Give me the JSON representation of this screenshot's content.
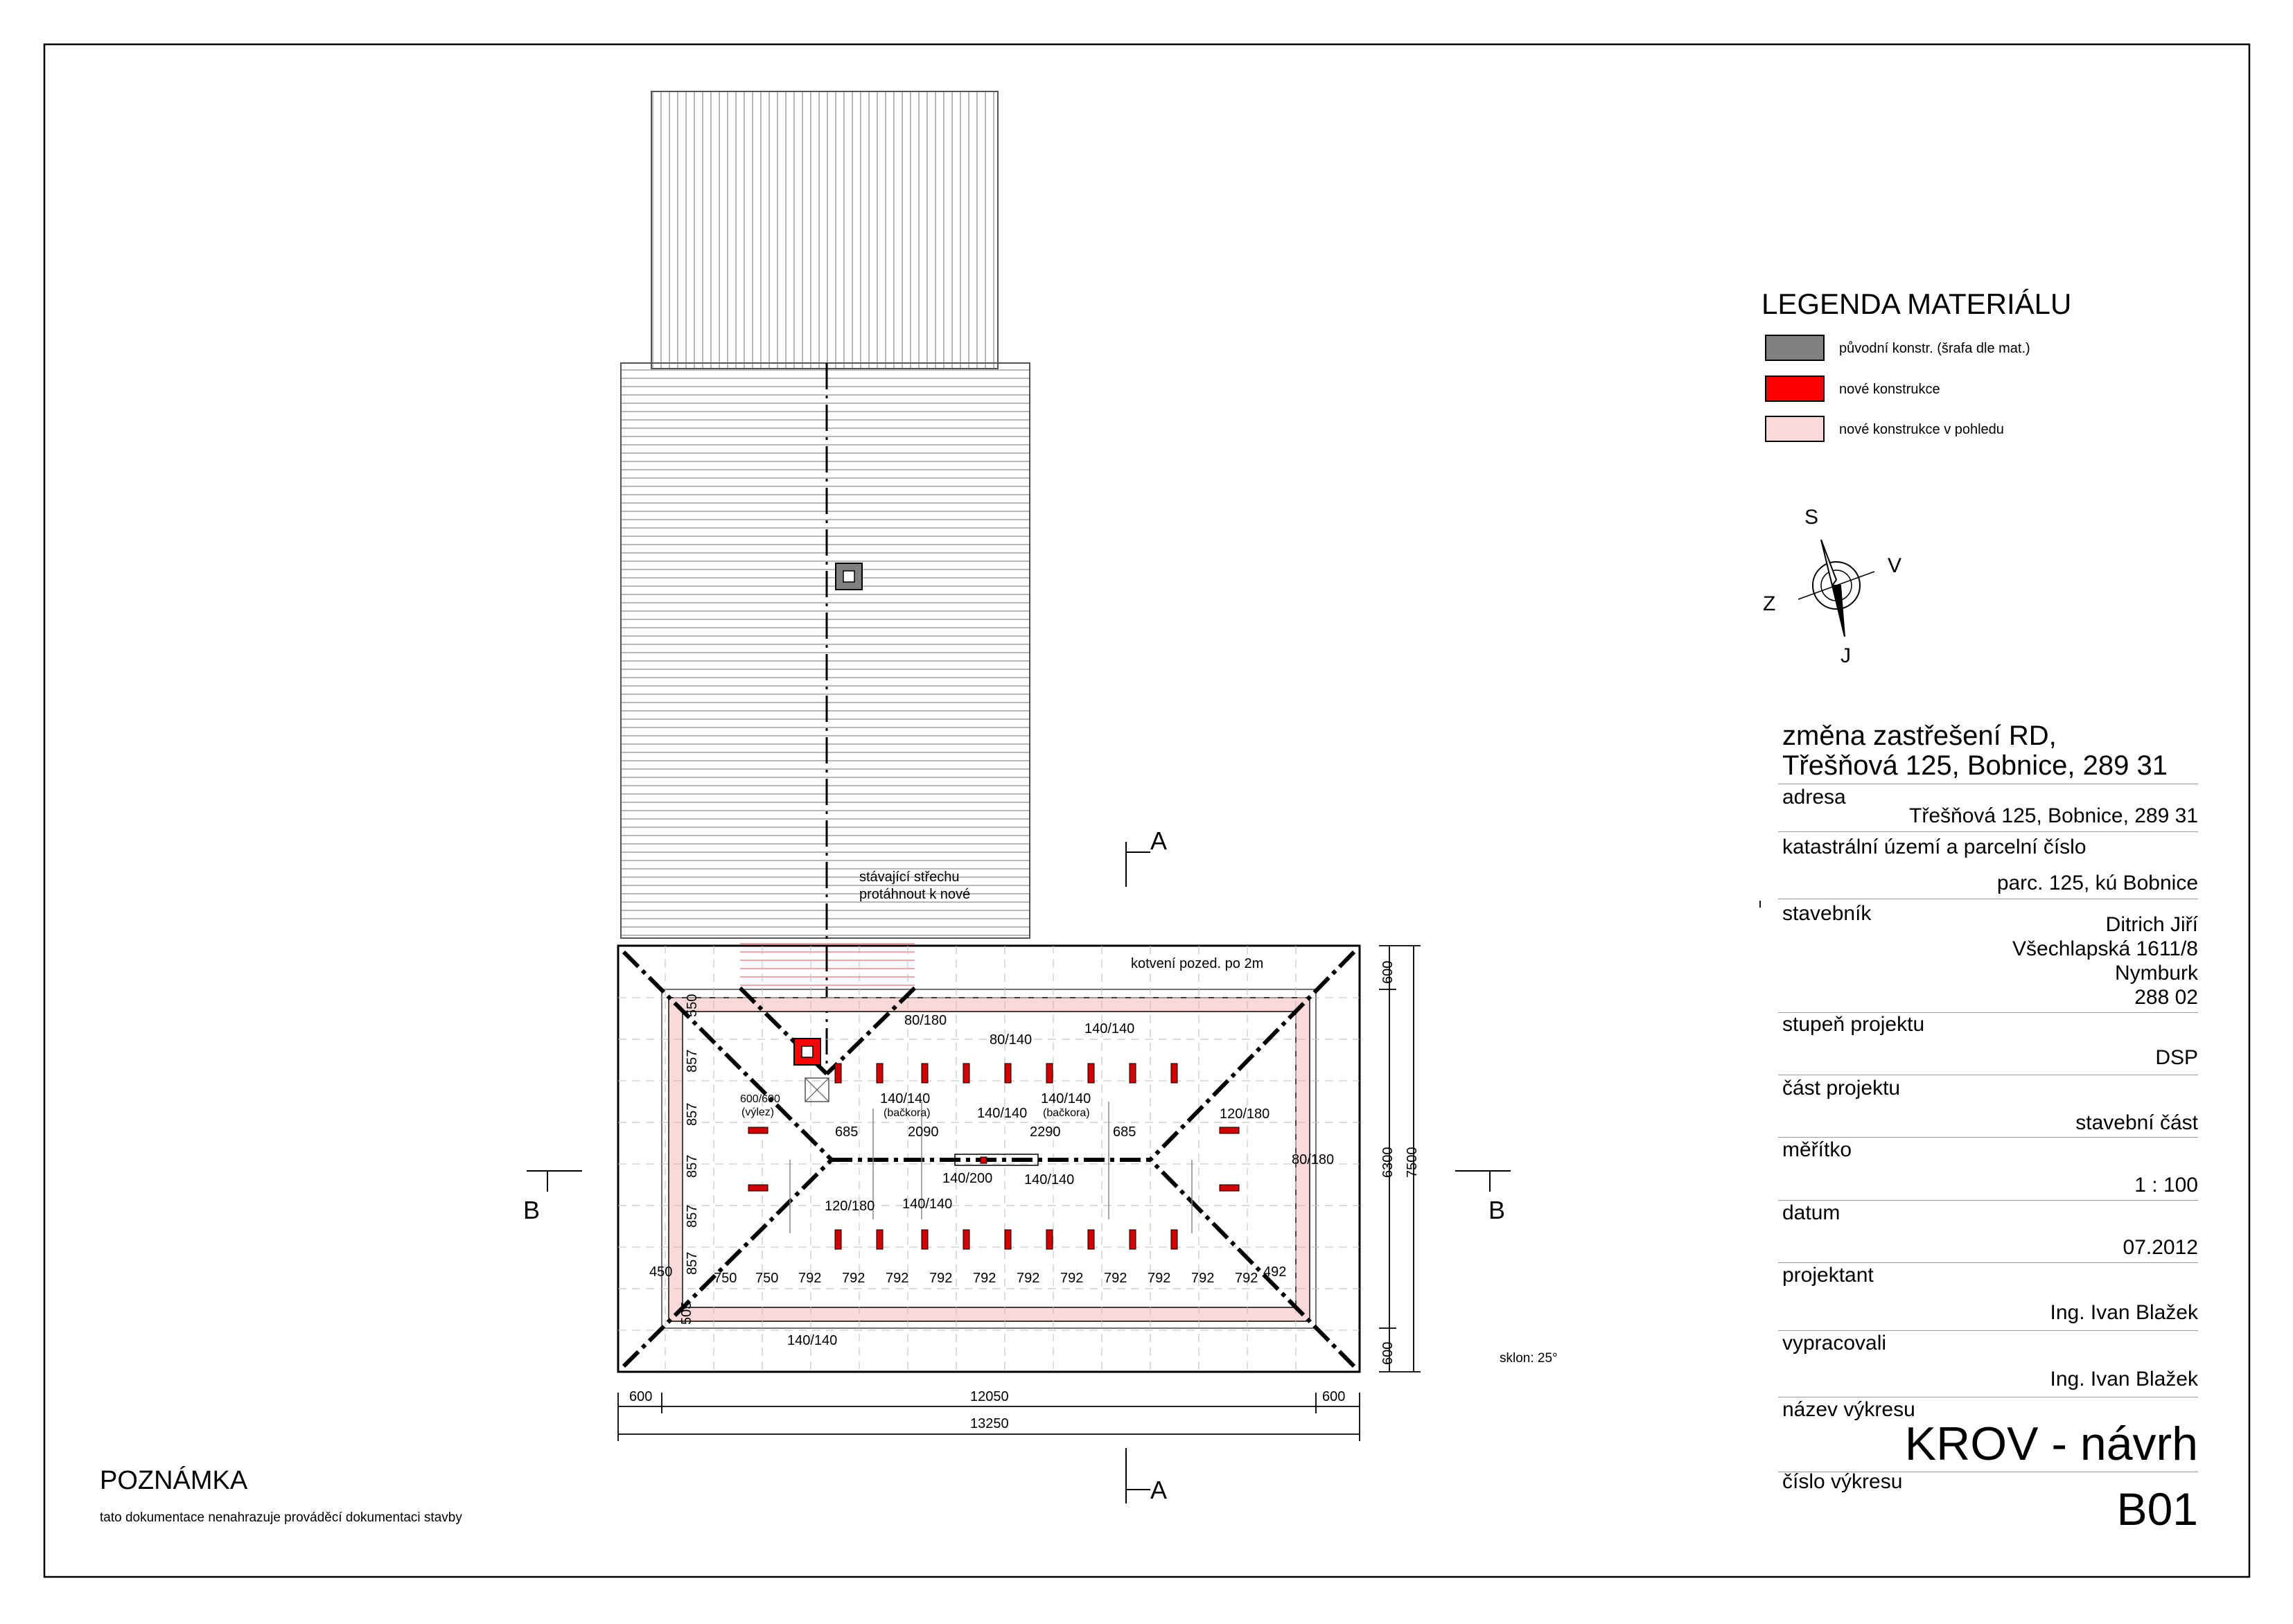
{
  "legend": {
    "title": "LEGENDA MATERIÁLU",
    "items": [
      {
        "label": "původní konstr. (šrafa dle mat.)",
        "color": "#808080"
      },
      {
        "label": "nové konstrukce",
        "color": "#ff0000"
      },
      {
        "label": "nové konstrukce v pohledu",
        "color": "#fcd9d9"
      }
    ]
  },
  "compass": {
    "north_label": "S",
    "east_label": "V",
    "west_label": "Z",
    "south_label": "J"
  },
  "title_block": {
    "project_title_line1": "změna zastřešení RD,",
    "project_title_line2": "Třešňová 125, Bobnice, 289 31",
    "rows": [
      {
        "label": "adresa",
        "value": [
          "Třešňová 125, Bobnice, 289 31"
        ]
      },
      {
        "label": "katastrální území a parcelní číslo",
        "value": [
          "parc. 125, kú Bobnice"
        ]
      },
      {
        "label": "stavebník",
        "value": [
          "Ditrich Jiří",
          "Všechlapská 1611/8",
          "Nymburk",
          "288 02"
        ]
      },
      {
        "label": "stupeň projektu",
        "value": [
          "DSP"
        ]
      },
      {
        "label": "část projektu",
        "value": [
          "stavební část"
        ]
      },
      {
        "label": "měřítko",
        "value": [
          "1 : 100"
        ]
      },
      {
        "label": "datum",
        "value": [
          "07.2012"
        ]
      },
      {
        "label": "projektant",
        "value": [
          "Ing. Ivan Blažek"
        ]
      },
      {
        "label": "vypracovali",
        "value": [
          "Ing. Ivan Blažek"
        ]
      }
    ],
    "drawing_name_label": "název výkresu",
    "drawing_name": "KROV - návrh",
    "drawing_number_label": "číslo výkresu",
    "drawing_number": "B01"
  },
  "note": {
    "title": "POZNÁMKA",
    "text": "tato dokumentace nenahrazuje prováděcí dokumentaci stavby"
  },
  "plan": {
    "section_a": "A",
    "section_b": "B",
    "slope": "sklon: 25°",
    "annotations": {
      "existing_roof_1": "stávající střechu",
      "existing_roof_2": "protáhnout k nové",
      "anchoring": "kotvení pozed. po 2m",
      "hatch": "600/600",
      "hatch_sub": "(výlez)",
      "struts_note": "(bačkora)"
    },
    "member_labels": {
      "m_80_180": "80/180",
      "m_80_140": "80/140",
      "m_140_140": "140/140",
      "m_120_180": "120/180",
      "m_140_200": "140/200"
    },
    "inner_dims": {
      "d685": "685",
      "d2090": "2090",
      "d2290": "2290",
      "d857": "857",
      "d550": "550",
      "d450": "450",
      "d505": "505",
      "d492": "492",
      "d750": "750",
      "d792": "792"
    },
    "overall_dims": {
      "w_over": "600",
      "w_inner": "12050",
      "w_total": "13250",
      "h_over": "600",
      "h_inner": "6300",
      "h_total": "7500"
    }
  }
}
